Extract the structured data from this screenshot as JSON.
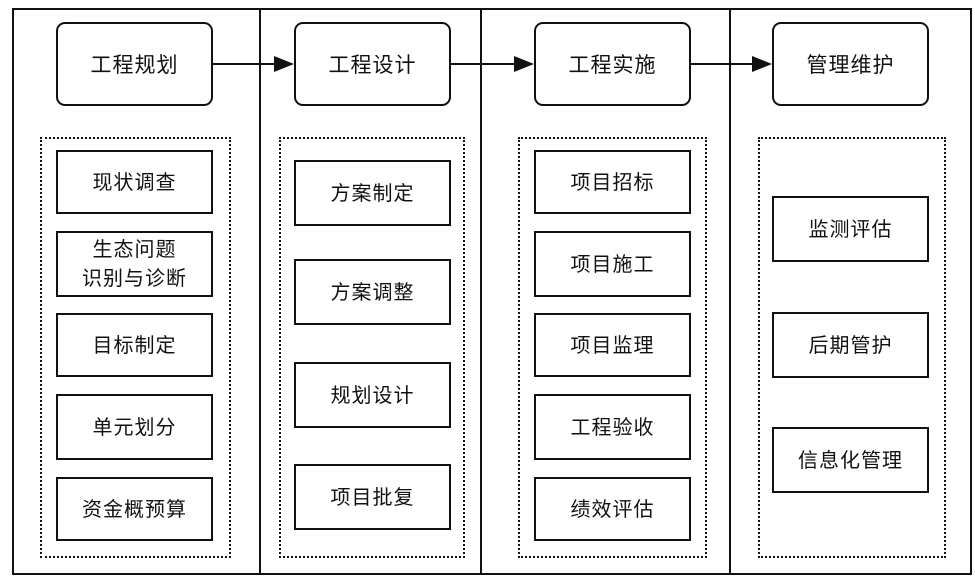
{
  "phases": [
    {
      "title": "工程规划",
      "items": [
        "现状调查",
        "生态问题\n识别与诊断",
        "目标制定",
        "单元划分",
        "资金概预算"
      ]
    },
    {
      "title": "工程设计",
      "items": [
        "方案制定",
        "方案调整",
        "规划设计",
        "项目批复"
      ]
    },
    {
      "title": "工程实施",
      "items": [
        "项目招标",
        "项目施工",
        "项目监理",
        "工程验收",
        "绩效评估"
      ]
    },
    {
      "title": "管理维护",
      "items": [
        "监测评估",
        "后期管护",
        "信息化管理"
      ]
    }
  ]
}
